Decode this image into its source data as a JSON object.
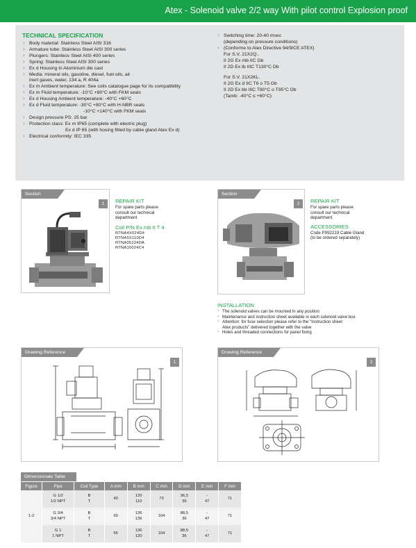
{
  "header": {
    "title": "Atex - Solenoid valve 2/2 way With pilot control Explosion proof"
  },
  "spec": {
    "title": "TECHNICAL SPECIFICATION",
    "left": [
      {
        "t": "Body material: Stainless Steel AISI 316",
        "k": "b"
      },
      {
        "t": "Armature tube: Stainless Steel AISI 300 series",
        "k": "b"
      },
      {
        "t": "Plungers: Stainless Steel AISI 400 series",
        "k": "b"
      },
      {
        "t": "Spring: Stainless Steel AISI 300 series",
        "k": "b"
      },
      {
        "t": "Ex d Housing in Aluminium die cast",
        "k": "b"
      },
      {
        "t": "Media: mineral oils, gasoline, diesel, fuel oils, air",
        "k": "b"
      },
      {
        "t": "inert gases, water, 134 a, R 404a",
        "k": "i"
      },
      {
        "t": "Ex m Ambient temperature: See coils catalogue page for its compatibility",
        "k": "b"
      },
      {
        "t": "Ex m Fluid temperature: -10°C +80°C with FKM seals",
        "k": "b"
      },
      {
        "t": "Ex d Housing Ambient temperature: -40°C +60°C",
        "k": "b"
      },
      {
        "t": "Ex d Fluid temperature: -30°C +80°C with H-NBR seals",
        "k": "b"
      },
      {
        "t": "-10°C +140°C with FKM seals",
        "k": "x"
      },
      {
        "t": "Design pressure PS: 25 bar",
        "k": "b"
      },
      {
        "t": "Protection class: Ex m IP65 (complete with electric plug)",
        "k": "b"
      },
      {
        "t": "Ex d IP 65 (with hosing fitted by cable gland Atex Ex d)",
        "k": "y"
      },
      {
        "t": "Electrical conformity: IEC 335",
        "k": "b"
      }
    ],
    "right": [
      {
        "t": "Switching time: 20-40 msec",
        "k": "b"
      },
      {
        "t": "(depending on pressure conditions)",
        "k": "i"
      },
      {
        "t": "(Conforme to Atex Directive 94/9/CE ATEX)",
        "k": "b"
      },
      {
        "t": "For S.V. 21X2Q..",
        "k": "i"
      },
      {
        "t": "II 2G Ex mb IIC Gb",
        "k": "i"
      },
      {
        "t": "II 2D Ex tb IIIC T130°C Db",
        "k": "i"
      },
      {
        "t": "",
        "k": "gap"
      },
      {
        "t": "For S.V. 21X2KL.",
        "k": "i"
      },
      {
        "t": "II 2G Ex d IIC T6 o T5 Gb",
        "k": "i"
      },
      {
        "t": "II 2D Ex bb IIIC T80°C o T95°C Db",
        "k": "i"
      },
      {
        "t": "(Tamb: -40°C ≤ +60°C)",
        "k": "i"
      }
    ]
  },
  "section1": {
    "tab": "Section",
    "num": "1",
    "repair_title": "REPAIR KIT",
    "repair_text": [
      "For spare parts please",
      "consult our technical",
      "department"
    ],
    "coil_title": "Coil P/N Ex mb II T 4",
    "codes": [
      "RTNA4X024D4",
      "RTNA5X110D4",
      "RTNA05224DA",
      "RTNA10024C4"
    ]
  },
  "section2": {
    "tab": "Section",
    "num": "2",
    "repair_title": "REPAIR KIT",
    "repair_text": [
      "For spare parts please",
      "consult our technical",
      "department"
    ],
    "acc_title": "ACCESSORIES",
    "acc_text": [
      "Code P992219 Cable Gland",
      "(to be ordered separately)"
    ]
  },
  "installation": {
    "title": "INSTALLATION",
    "items": [
      {
        "t": "The solenoid valves can be mounted in any position",
        "k": "b"
      },
      {
        "t": "Maintenance and instruction sheet available in each solenoid valve box",
        "k": "b"
      },
      {
        "t": "Attention: for fuse selection please refer to the \"Instruction sheet",
        "k": "b"
      },
      {
        "t": "Atex products\" delivered together with the valve",
        "k": "i"
      },
      {
        "t": "Holes and threaded connections for panel fixing",
        "k": "b"
      }
    ]
  },
  "drawing1": {
    "tab": "Drawing Reference",
    "num": "1"
  },
  "drawing2": {
    "tab": "Drawing Reference",
    "num": "2"
  },
  "dim_table": {
    "tab": "Dimensionale Table",
    "headers": [
      "Figure",
      "Pipe",
      "Coil Type",
      "A mm",
      "B mm",
      "C mm",
      "D mm",
      "E mm",
      "F mm"
    ],
    "figure": "1-2",
    "rows": [
      {
        "pipe": [
          "G 1/2",
          "1/2 NPT"
        ],
        "coil": [
          "B",
          "T"
        ],
        "a": "40",
        "b": [
          "120",
          "110"
        ],
        "c": "73",
        "d": [
          "36,5",
          "36"
        ],
        "e": [
          "-",
          "47"
        ],
        "f": "71"
      },
      {
        "pipe": [
          "G 3/4",
          "3/4 NPT"
        ],
        "coil": [
          "B",
          "T"
        ],
        "a": "65",
        "b": [
          "136",
          "136"
        ],
        "c": "104",
        "d": [
          "88,5",
          "36"
        ],
        "e": [
          "-",
          "47"
        ],
        "f": "71"
      },
      {
        "pipe": [
          "G 1",
          "1 NPT"
        ],
        "coil": [
          "B",
          "T"
        ],
        "a": "65",
        "b": [
          "136",
          "120"
        ],
        "c": "104",
        "d": [
          "88,5",
          "36"
        ],
        "e": [
          "-",
          "47"
        ],
        "f": "71"
      }
    ]
  },
  "colors": {
    "accent": "#1aa24a",
    "tab": "#8c8c8c",
    "spec_bg": "#e3e4e5"
  }
}
